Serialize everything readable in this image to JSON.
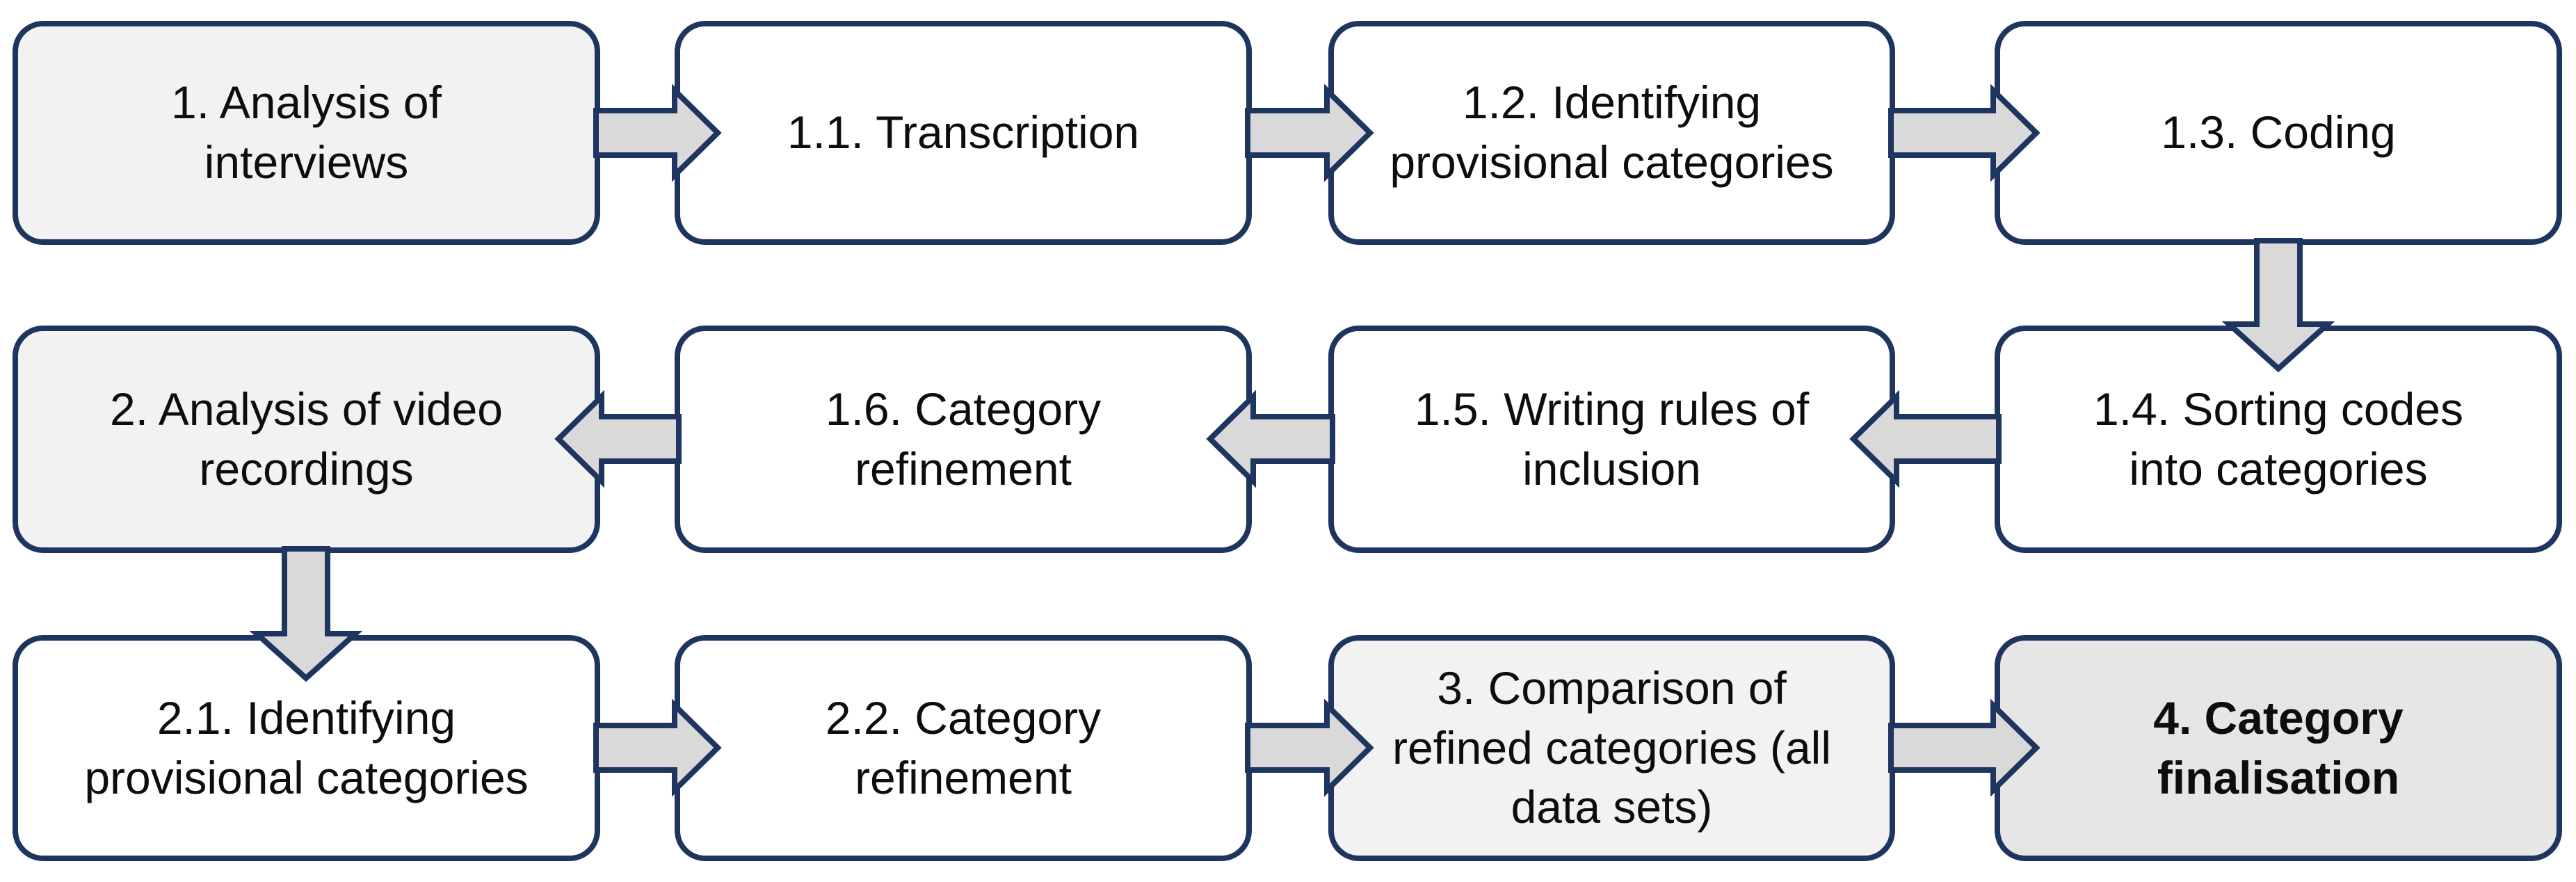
{
  "colors": {
    "box_border": "#1e3560",
    "box_fill_white": "#ffffff",
    "box_fill_light_gray": "#f2f2f2",
    "box_fill_gray": "#e7e6e6",
    "arrow_fill": "#d9d9d9",
    "text": "#0d0d0d",
    "background": "#ffffff"
  },
  "boxes": [
    {
      "id": "1",
      "label": "1. Analysis of\ninterviews",
      "fill": "light-gray"
    },
    {
      "id": "1.1",
      "label": "1.1. Transcription",
      "fill": "white"
    },
    {
      "id": "1.2",
      "label": "1.2. Identifying\nprovisional categories",
      "fill": "white"
    },
    {
      "id": "1.3",
      "label": "1.3. Coding",
      "fill": "white"
    },
    {
      "id": "1.4",
      "label": "1.4. Sorting codes\ninto categories",
      "fill": "white"
    },
    {
      "id": "1.5",
      "label": "1.5. Writing rules of\ninclusion",
      "fill": "white"
    },
    {
      "id": "1.6",
      "label": "1.6. Category\nrefinement",
      "fill": "white"
    },
    {
      "id": "2",
      "label": "2. Analysis of video\nrecordings",
      "fill": "light-gray"
    },
    {
      "id": "2.1",
      "label": "2.1. Identifying\nprovisional categories",
      "fill": "white"
    },
    {
      "id": "2.2",
      "label": "2.2. Category\nrefinement",
      "fill": "white"
    },
    {
      "id": "3",
      "label": "3. Comparison of\nrefined categories (all\ndata sets)",
      "fill": "light-gray"
    },
    {
      "id": "4",
      "label": "4. Category\nfinalisation",
      "fill": "gray",
      "bold": true
    }
  ],
  "arrows": [
    {
      "from": "1",
      "to": "1.1",
      "direction": "right"
    },
    {
      "from": "1.1",
      "to": "1.2",
      "direction": "right"
    },
    {
      "from": "1.2",
      "to": "1.3",
      "direction": "right"
    },
    {
      "from": "1.3",
      "to": "1.4",
      "direction": "down"
    },
    {
      "from": "1.4",
      "to": "1.5",
      "direction": "left"
    },
    {
      "from": "1.5",
      "to": "1.6",
      "direction": "left"
    },
    {
      "from": "1.6",
      "to": "2",
      "direction": "left"
    },
    {
      "from": "2",
      "to": "2.1",
      "direction": "down"
    },
    {
      "from": "2.1",
      "to": "2.2",
      "direction": "right"
    },
    {
      "from": "2.2",
      "to": "3",
      "direction": "right"
    },
    {
      "from": "3",
      "to": "4",
      "direction": "right"
    }
  ]
}
